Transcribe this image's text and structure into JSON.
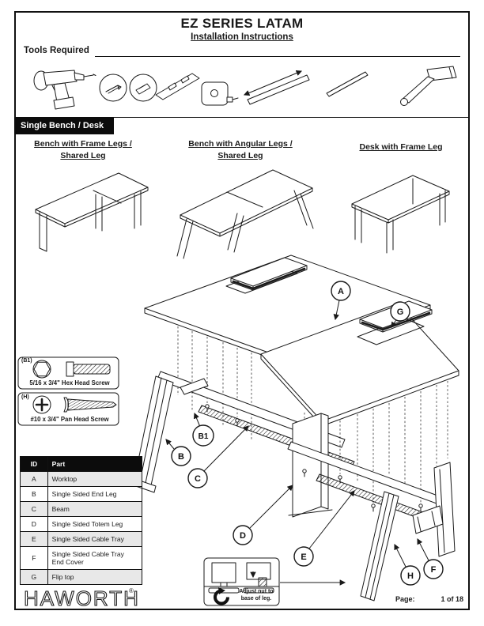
{
  "doc": {
    "title": "EZ SERIES LATAM",
    "subtitle": "Installation Instructions",
    "tools_label": "Tools Required",
    "section_label": "Single Bench / Desk",
    "brand": "HAWORTH",
    "brand_mark": "®",
    "page_label": "Page:",
    "page_value": "1 of 18"
  },
  "variants": [
    {
      "line1": "Bench with Frame Legs /",
      "line2": "Shared Leg"
    },
    {
      "line1": "Bench with Angular Legs /",
      "line2": "Shared Leg"
    },
    {
      "line1": "Desk with Frame Leg",
      "line2": ""
    }
  ],
  "tools": {
    "icons": [
      "power-drill",
      "phillips-bit-detail",
      "hex-bit-detail",
      "open-end-wrench",
      "tape-measure",
      "level",
      "threaded-rod",
      "mallet"
    ]
  },
  "hardware": [
    {
      "id": "(B1)",
      "label": "5/16 x 3/4\" Hex Head Screw",
      "head": "hex"
    },
    {
      "id": "(H)",
      "label": "#10 x 3/4\" Pan Head Screw",
      "head": "phillips"
    }
  ],
  "parts_table": {
    "headers": [
      "ID",
      "Part"
    ],
    "rows": [
      {
        "id": "A",
        "part": "Worktop"
      },
      {
        "id": "B",
        "part": "Single Sided End Leg"
      },
      {
        "id": "C",
        "part": "Beam"
      },
      {
        "id": "D",
        "part": "Single Sided Totem Leg"
      },
      {
        "id": "E",
        "part": "Single Sided Cable Tray"
      },
      {
        "id": "F",
        "part": "Single Sided Cable Tray End Cover"
      },
      {
        "id": "G",
        "part": "Flip top"
      }
    ]
  },
  "callouts": {
    "A": "A",
    "G": "G",
    "B1": "B1",
    "B": "B",
    "C": "C",
    "D": "D",
    "E": "E",
    "H": "H",
    "F": "F"
  },
  "inset_note": {
    "line1": "Adjust nut to",
    "line2": "base of leg."
  },
  "colors": {
    "ink": "#1a1a1a",
    "row_shade": "#e8e8e8",
    "paper": "#ffffff",
    "header_bg": "#0c0c0c"
  }
}
